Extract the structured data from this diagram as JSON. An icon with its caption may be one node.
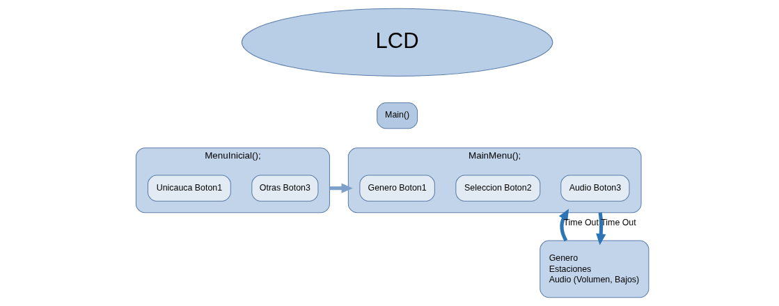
{
  "diagram": {
    "nodes": [
      {
        "text": [
          "LCD"
        ]
      },
      {
        "text": [
          "Main()"
        ]
      },
      {
        "text": [
          "MenuInicial();"
        ]
      },
      {
        "text": [
          "Unicauca Boton1"
        ],
        "in": 2
      },
      {
        "text": [
          "Otras Boton3"
        ],
        "in": 2
      },
      {
        "text": [
          "MainMenu();"
        ]
      },
      {
        "text": [
          "Genero Boton1"
        ],
        "in": 5
      },
      {
        "text": [
          "Seleccion Boton2"
        ],
        "in": 5
      },
      {
        "text": [
          "Audio Boton3"
        ],
        "in": 5
      },
      {
        "text": [
          "Genero",
          "Estaciones",
          "Audio (Volumen, Bajos)"
        ]
      }
    ],
    "edges": [
      {
        "from": 2,
        "to": 5,
        "arrow": "to"
      },
      {
        "from": 9,
        "to": 5,
        "arrow": "to",
        "label": "Time Out",
        "color": "#2e75b6"
      },
      {
        "from": 5,
        "to": 9,
        "arrow": "to",
        "label": "Time Out",
        "color": "#2e75b6"
      }
    ]
  }
}
